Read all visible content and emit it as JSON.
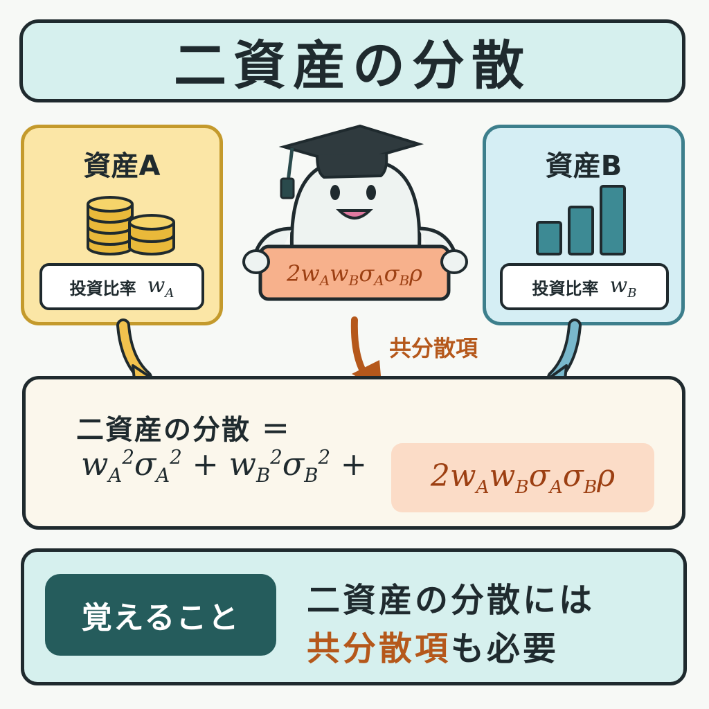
{
  "title": "二資産の分散",
  "asset_a": {
    "label": "資産A",
    "weight_label": "投資比率",
    "weight_symbol": "w",
    "weight_sub": "A",
    "color": "#fbe6a6"
  },
  "asset_b": {
    "label": "資産B",
    "weight_label": "投資比率",
    "weight_symbol": "w",
    "weight_sub": "B",
    "color": "#d5eef4"
  },
  "mascot": {
    "sign": {
      "coef": "2",
      "w": "w",
      "sub_a": "A",
      "sub_b": "B",
      "sigma": "σ",
      "rho": "ρ"
    }
  },
  "covariance_label": "共分散項",
  "formula": {
    "lhs": "二資産の分散 ＝",
    "w": "w",
    "sigma": "σ",
    "sub_a": "A",
    "sub_b": "B",
    "sq": "2",
    "plus": "+",
    "coef": "2",
    "rho": "ρ"
  },
  "summary": {
    "badge": "覚えること",
    "line1": "二資産の分散には",
    "line2_accent": "共分散項",
    "line2_rest": "も必要"
  },
  "colors": {
    "accent_orange": "#b5581b",
    "teal_dark": "#255c5c"
  }
}
